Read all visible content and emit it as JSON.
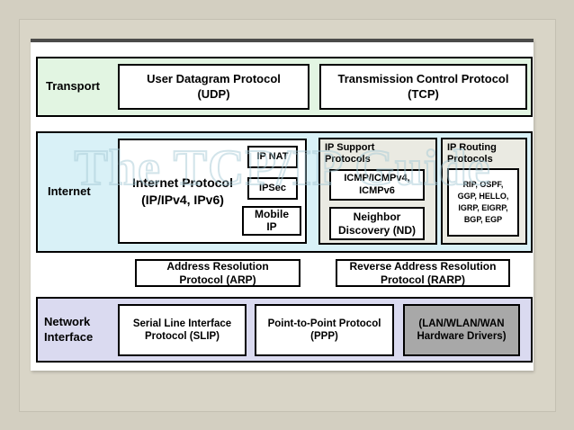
{
  "colors": {
    "frame_bg": "#d3cfc1",
    "panel_bg": "#d9d5c7",
    "slide_bg": "#ffffff",
    "transport_row_bg": "#e2f5e2",
    "internet_row_bg": "#d9f1f7",
    "network_row_bg": "#dadaf0",
    "protocol_group_bg": "#eaeae2",
    "hardware_box_bg": "#a8a8a8",
    "border": "#000000"
  },
  "watermark": "The TCP/IP Guide",
  "transport": {
    "label": "Transport",
    "udp": [
      "User Datagram Protocol",
      "(UDP)"
    ],
    "tcp": [
      "Transmission Control Protocol",
      "(TCP)"
    ]
  },
  "internet": {
    "label": "Internet",
    "ip": [
      "Internet Protocol",
      "(IP/IPv4, IPv6)"
    ],
    "ip_nat": "IP NAT",
    "ipsec": "IPSec",
    "mobile_ip": [
      "Mobile",
      "IP"
    ],
    "support": {
      "title": [
        "IP Support",
        "Protocols"
      ],
      "icmp": [
        "ICMP/ICMPv4,",
        "ICMPv6"
      ],
      "nd": [
        "Neighbor",
        "Discovery (ND)"
      ]
    },
    "routing": {
      "title": [
        "IP Routing",
        "Protocols"
      ],
      "protocols": [
        "RIP, OSPF,",
        "GGP, HELLO,",
        "IGRP, EIGRP,",
        "BGP, EGP"
      ]
    }
  },
  "resolution": {
    "arp": [
      "Address Resolution",
      "Protocol (ARP)"
    ],
    "rarp": [
      "Reverse Address Resolution",
      "Protocol (RARP)"
    ]
  },
  "network_interface": {
    "label": [
      "Network",
      "Interface"
    ],
    "slip": [
      "Serial Line Interface",
      "Protocol (SLIP)"
    ],
    "ppp": [
      "Point-to-Point Protocol",
      "(PPP)"
    ],
    "hardware": [
      "(LAN/WLAN/WAN",
      "Hardware Drivers)"
    ]
  }
}
